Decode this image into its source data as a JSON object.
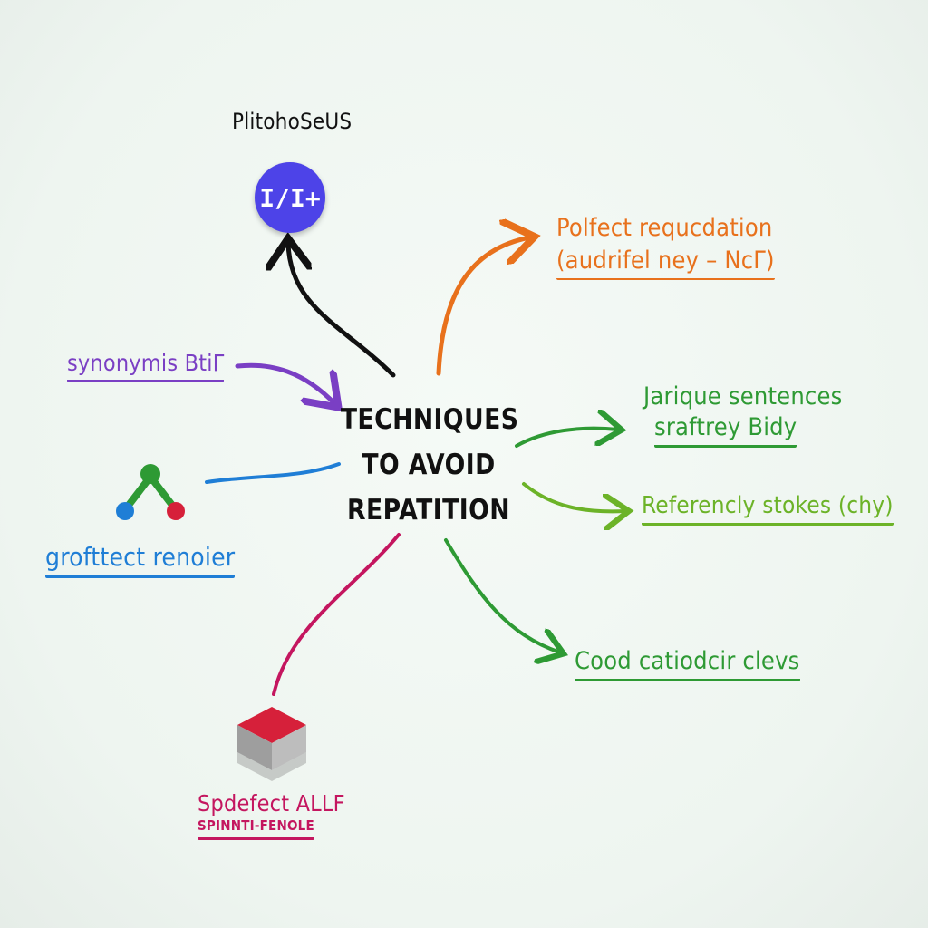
{
  "center": {
    "lines": [
      "TECHNIQUES",
      "TO AVOID",
      "REPATITION"
    ]
  },
  "nodes": {
    "top": {
      "label": "PlitohoSeUS",
      "badge": "I/I+",
      "color": "#4d43e8",
      "icon": "circle-badge-icon"
    },
    "top_right": {
      "line1": "Polfect requcdation",
      "line2": "(audrifel ney – NcΓ)",
      "color": "#e8711c"
    },
    "left_upper": {
      "label": "synonymis BtiΓ",
      "color": "#7a3fc4"
    },
    "right_upper": {
      "line1": "Jarique sentences",
      "line2": "sraftrey Bidy",
      "color": "#2e9a34"
    },
    "right_middle": {
      "label": "Referencly stokes (chy)",
      "color": "#6cb328"
    },
    "left_lower": {
      "label": "grofttect renoier",
      "color": "#1f7ed6",
      "icon": "tree-nodes-icon"
    },
    "right_lower": {
      "label": "Cood catiodcir clevs",
      "color": "#2e9a34"
    },
    "bottom": {
      "line1": "Spdefect ALLF",
      "line2": "SPINNTI-FENOLE",
      "color": "#c4165f",
      "icon": "cube-icon"
    }
  },
  "colors": {
    "black": "#111111",
    "red": "#d6203a",
    "cube_side": "#9e9e9e"
  }
}
